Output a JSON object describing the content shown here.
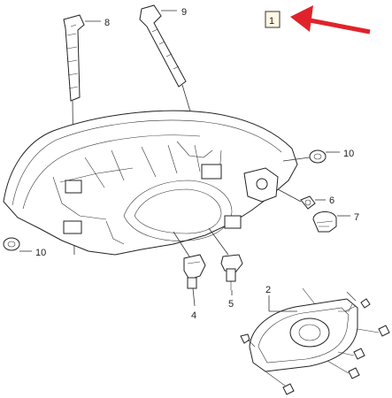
{
  "diagram": {
    "callouts": {
      "p1": "1",
      "p2": "2",
      "p4": "4",
      "p5": "5",
      "p6": "6",
      "p7": "7",
      "p8": "8",
      "p9": "9",
      "p10_left": "10",
      "p10_right": "10"
    },
    "colors": {
      "arrow": "#e0232a",
      "line": "#222222",
      "label_box_fill": "#fff8e6"
    }
  }
}
